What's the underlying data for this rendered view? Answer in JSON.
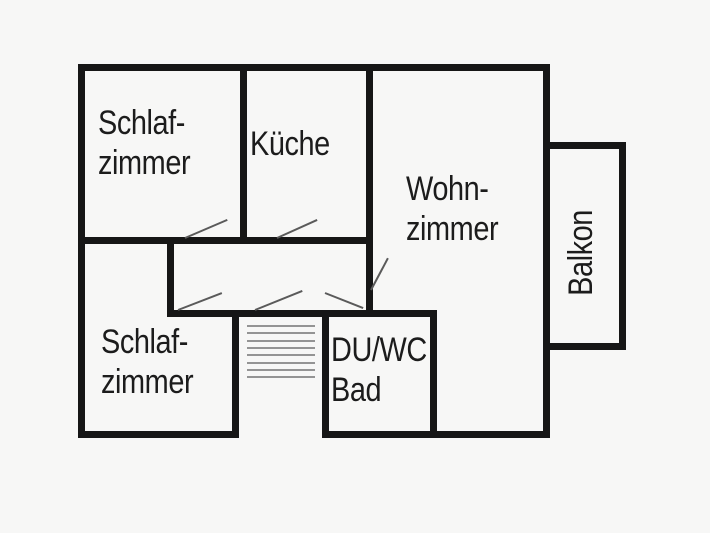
{
  "diagram": {
    "type": "apartment-floor-plan",
    "language": "de"
  },
  "colors": {
    "wall": "#161616",
    "door": "#5a5a5a",
    "stair": "#949494",
    "background": "#f7f7f6",
    "text": "#1c1c1c"
  },
  "rooms": {
    "bedroom_top": {
      "line1": "Schlaf-",
      "line2": "zimmer"
    },
    "kitchen": {
      "label": "Küche"
    },
    "living_room": {
      "line1": "Wohn-",
      "line2": "zimmer"
    },
    "bedroom_bottom": {
      "line1": "Schlaf-",
      "line2": "zimmer"
    },
    "bathroom": {
      "line1": "DU/WC",
      "line2": "Bad"
    },
    "balcony": {
      "label": "Balkon"
    }
  },
  "stairs": {
    "count": 8
  }
}
